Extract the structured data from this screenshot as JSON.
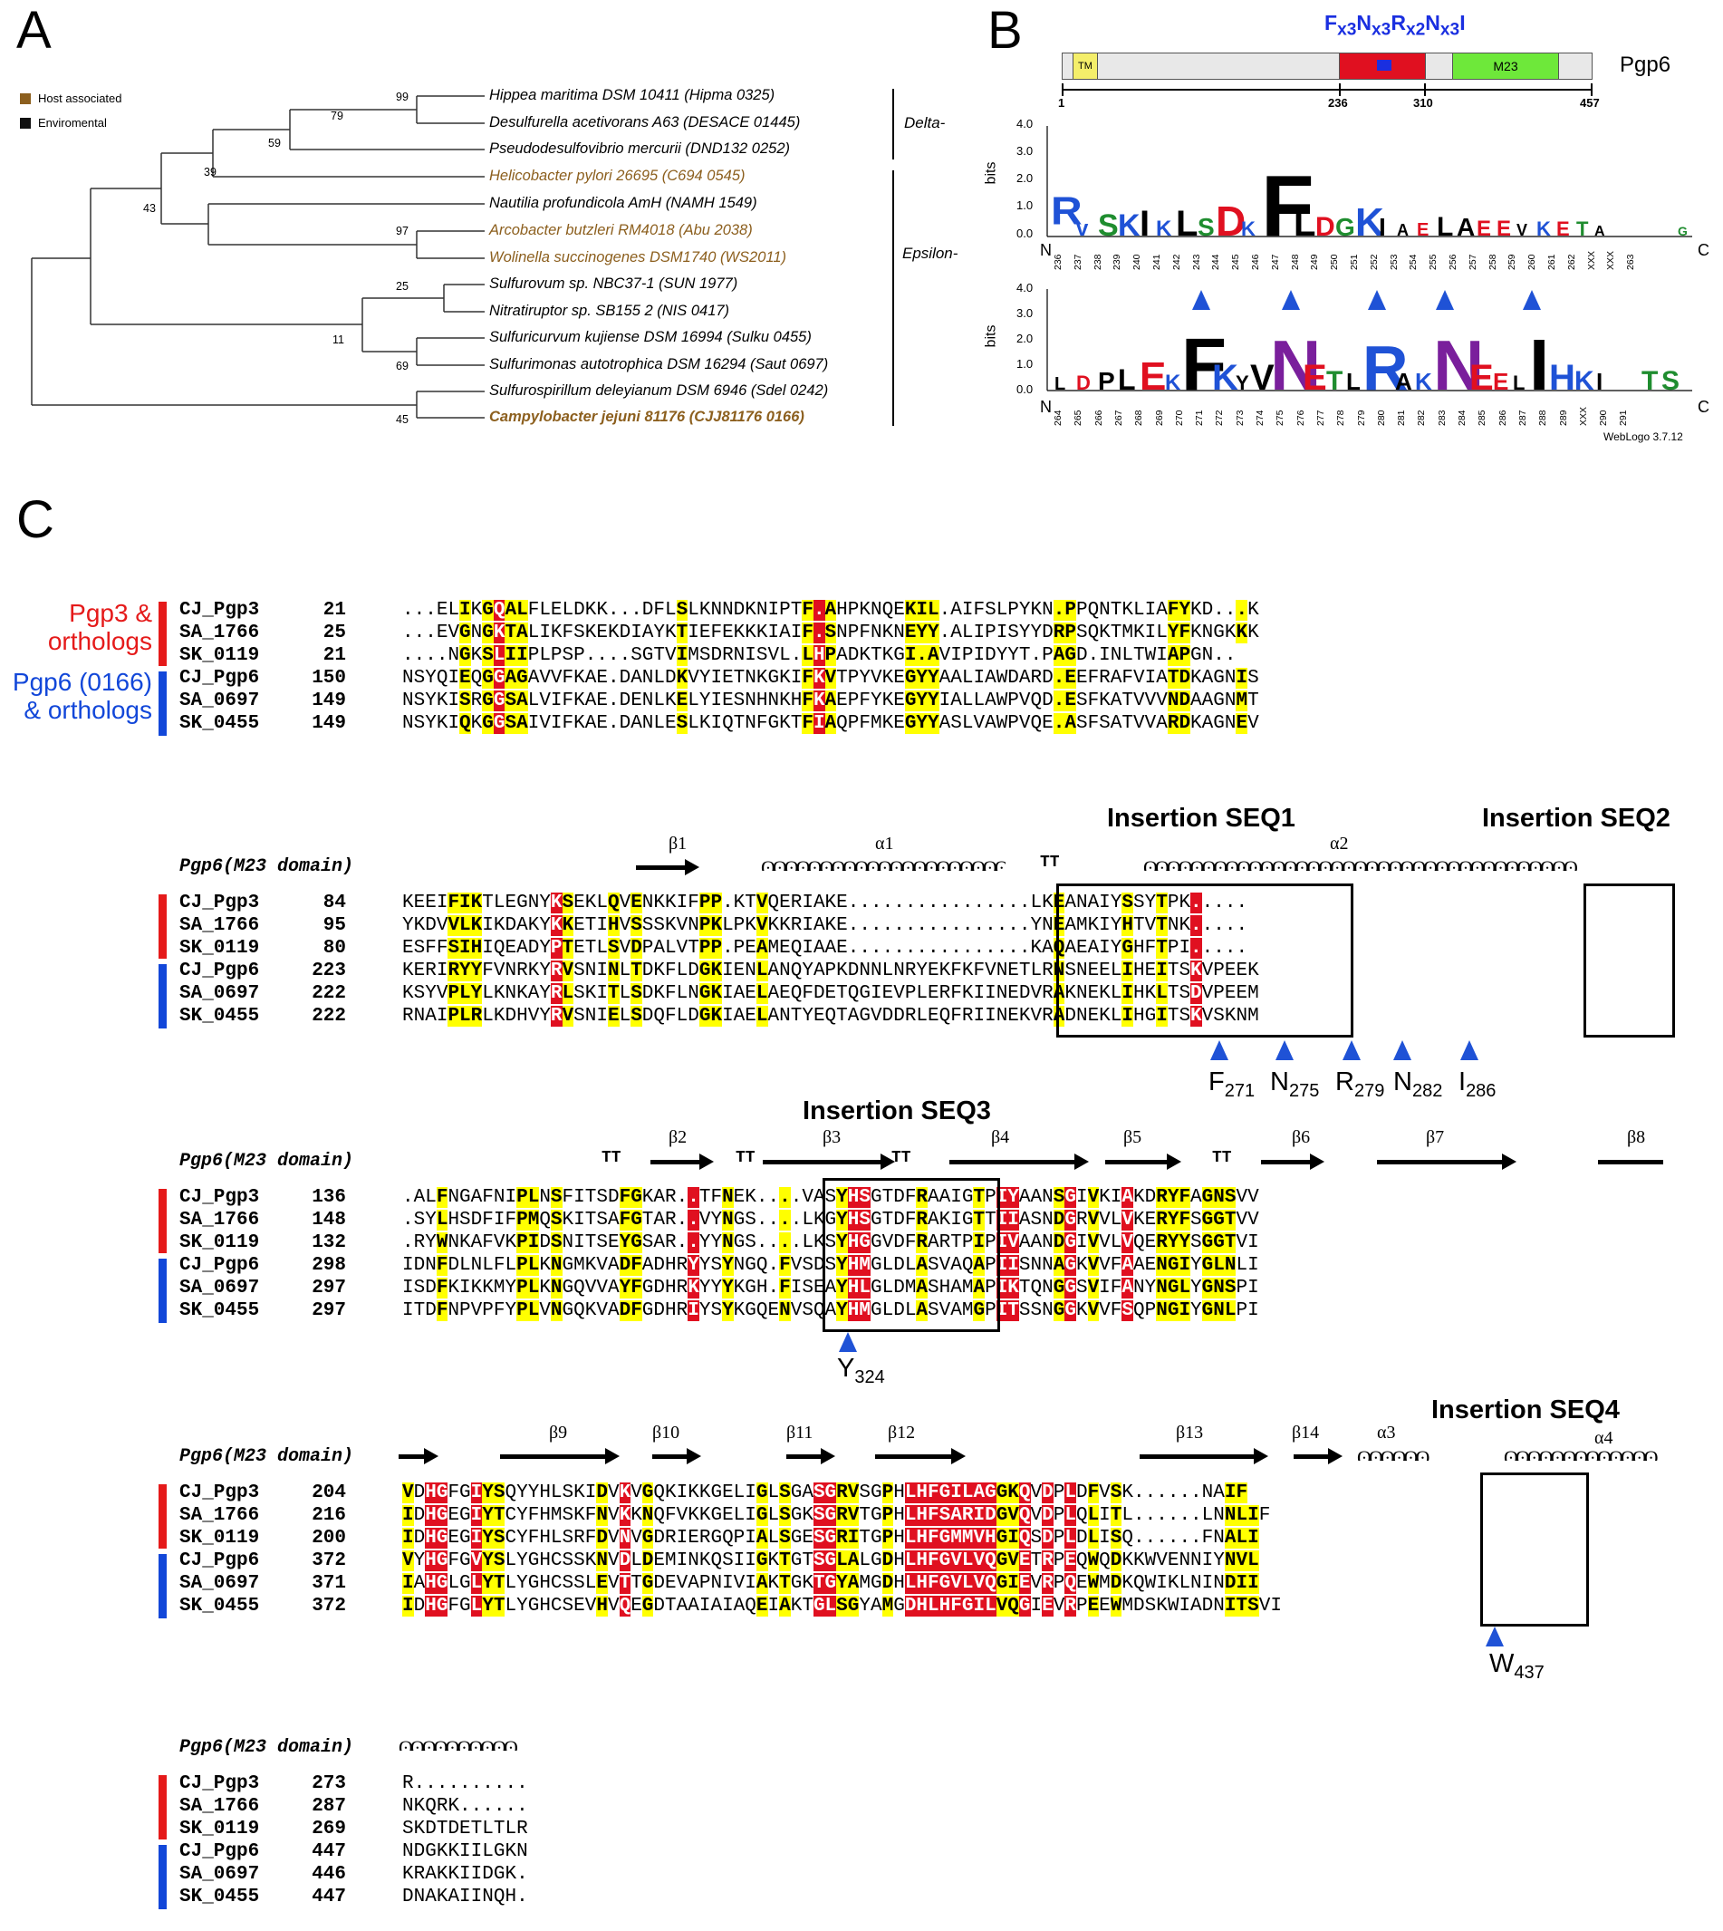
{
  "panels": {
    "A": "A",
    "B": "B",
    "C": "C"
  },
  "panelA": {
    "legend": [
      {
        "label": "Host associated",
        "color": "#8c5f1e"
      },
      {
        "label": "Enviromental",
        "color": "#111111"
      }
    ],
    "leaves": [
      {
        "label": "Hippea maritima DSM 10411 (Hipma 0325)",
        "host": false
      },
      {
        "label": "Desulfurella acetivorans A63 (DESACE 01445)",
        "host": false
      },
      {
        "label": "Pseudodesulfovibrio mercurii (DND132 0252)",
        "host": false
      },
      {
        "label": "Helicobacter pylori 26695 (C694 0545)",
        "host": true
      },
      {
        "label": "Nautilia profundicola AmH (NAMH 1549)",
        "host": false
      },
      {
        "label": "Arcobacter butzleri RM4018 (Abu 2038)",
        "host": true
      },
      {
        "label": "Wolinella succinogenes DSM1740 (WS2011)",
        "host": true
      },
      {
        "label": "Sulfurovum sp. NBC37-1 (SUN 1977)",
        "host": false
      },
      {
        "label": "Nitratiruptor sp. SB155 2 (NIS 0417)",
        "host": false
      },
      {
        "label": "Sulfuricurvum kujiense DSM 16994 (Sulku 0455)",
        "host": false
      },
      {
        "label": "Sulfurimonas autotrophica DSM 16294 (Saut 0697)",
        "host": false
      },
      {
        "label": "Sulfurospirillum deleyianum DSM 6946 (Sdel 0242)",
        "host": false
      },
      {
        "label": "Campylobacter jejuni 81176 (CJJ81176 0166)",
        "host": true
      }
    ],
    "bootstraps": [
      "99",
      "79",
      "59",
      "39",
      "43",
      "97",
      "25",
      "11",
      "69",
      "45"
    ],
    "clades": [
      "Delta-",
      "Epsilon-"
    ]
  },
  "panelB": {
    "motif": "Fx3Nx3Rx2Nx3I",
    "protein": "Pgp6",
    "domains": [
      "TM",
      "M23"
    ],
    "ticks": [
      "1",
      "236",
      "310",
      "457"
    ],
    "yaxis": "bits",
    "yticks": [
      "4.0",
      "3.0",
      "2.0",
      "1.0",
      "0.0"
    ],
    "n": "N",
    "c": "C",
    "logo1_positions": [
      "236",
      "237",
      "238",
      "239",
      "240",
      "241",
      "242",
      "243",
      "244",
      "245",
      "246",
      "247",
      "248",
      "249",
      "250",
      "251",
      "252",
      "253",
      "254",
      "255",
      "256",
      "257",
      "258",
      "259",
      "260",
      "261",
      "262",
      "XXX",
      "XXX",
      "263"
    ],
    "logo2_positions": [
      "264",
      "265",
      "266",
      "267",
      "268",
      "269",
      "270",
      "271",
      "272",
      "273",
      "274",
      "275",
      "276",
      "277",
      "278",
      "279",
      "280",
      "281",
      "282",
      "283",
      "284",
      "285",
      "286",
      "287",
      "288",
      "289",
      "XXX",
      "290",
      "291"
    ],
    "credit": "WebLogo 3.7.12"
  },
  "panelC": {
    "group1": "Pgp3 &\northologs",
    "group2": "Pgp6 (0166)\n& orthologs",
    "section_title": "Pgp6(M23 domain)",
    "insertions": [
      "Insertion SEQ1",
      "Insertion SEQ2",
      "Insertion SEQ3",
      "Insertion SEQ4"
    ],
    "sites": [
      "F271",
      "N275",
      "R279",
      "N282",
      "I286",
      "Y324",
      "W437"
    ],
    "blocks": [
      {
        "rows": [
          {
            "name": "CJ_Pgp3",
            "num": "21",
            "seq": "...ELIKGQALFLELDKK...DFLSLKNNDKNIPTF.AHPKNQEKIL.AIFSLPYKN.PPQNTKLIAFYKD...K"
          },
          {
            "name": "SA_1766",
            "num": "25",
            "seq": "...EVGNGKTALIKFSKEKDIAYKTIEFEKKKIAIF.SNPFNKNEYY.ALIPISYYDRPSQKTMKILYFKNGKKK"
          },
          {
            "name": "SK_0119",
            "num": "21",
            "seq": "....NGKSLIIPLPSP....SGTVIMSDRNISVL.LHPADKTKGI.AVIPIDYYT.PAGD.INLTWIAPGN.."
          },
          {
            "name": "CJ_Pgp6",
            "num": "150",
            "seq": "NSYQIEQGGAGAVVFKAE.DANLDKVYIETNKGKIFKVTPYVKEGYYAALIAWDARD.EEFRAFVIATDKAGNIS"
          },
          {
            "name": "SA_0697",
            "num": "149",
            "seq": "NSYKISRGGSALVIFKAE.DENLKELYIESNHNKHFKAEPFYKEGYYIALLAWPVQD.ESFKATVVVNDAAGNMT"
          },
          {
            "name": "SK_0455",
            "num": "149",
            "seq": "NSYKIQKGGSAIVIFKAE.DANLESLKIQTNFGKTFIAQPFMKEGYYASLVAWPVQE.ASFSATVVARDKAGNEV"
          }
        ]
      },
      {
        "rows": [
          {
            "name": "CJ_Pgp3",
            "num": "84",
            "seq": "KEEIFIKTLEGNYKSEKLQVENKKIFPP.KTVQERIAKE................LKEANAIYSSYTPK....."
          },
          {
            "name": "SA_1766",
            "num": "95",
            "seq": "YKDVVLKIKDAKYKKETIHVSSSKVNPKLPKVKKRIAKE................YNEAMKIYHTVTNK....."
          },
          {
            "name": "SK_0119",
            "num": "80",
            "seq": "ESFFSIHIQEADYPTETLSVDPALVTPP.PEAMEQIAAE................KAQAEAIYGHFTPI....."
          },
          {
            "name": "CJ_Pgp6",
            "num": "223",
            "seq": "KERIRYYFVNRKYRVSNINLTDKFLDGKIENLANQYAPKDNNLNRYEKFKFVNETLRNSNEELIHEITSKVPEEK"
          },
          {
            "name": "SA_0697",
            "num": "222",
            "seq": "KSYVPLYLKNKAYRLSKITLSDKFLNGKIAELAEQFDETQGIEVPLERFKIINEDVRAKNEKLIHKLTSDVPEEM"
          },
          {
            "name": "SK_0455",
            "num": "222",
            "seq": "RNAIPLRLKDHVYRVSNIELSDQFLDGKIAELANTYEQTAGVDDRLEQFRIINEKVRADNEKLIHGITSKVSKNM"
          }
        ]
      },
      {
        "rows": [
          {
            "name": "CJ_Pgp3",
            "num": "136",
            "seq": ".ALFNGAFNIPLNSFITSDFGKAR..TFNEK....VASYHSGTDFRAAIGTPIYAANSGIVKIAKDRYFAGNSVV"
          },
          {
            "name": "SA_1766",
            "num": "148",
            "seq": ".SYLHSDFIFPMQSKITSAFGTAR..VYNGS....LKGYHSGTDFRAKIGTTIIASNDGRVVLVKERYFSGGTVV"
          },
          {
            "name": "SK_0119",
            "num": "132",
            "seq": ".RYWNKAFVKPIDSNITSEYGSAR..YYNGS....LKSYHGGVDFRARTPIPIVAANDGIVVLVQERYYSGGTVI"
          },
          {
            "name": "CJ_Pgp6",
            "num": "298",
            "seq": "IDNFDLNLFLPLKNGMKVADFADHRYYSYNGQ.FVSDSYHMGLDLASVAQAPIISNNAGKVVFAAENGIYGLNLI"
          },
          {
            "name": "SA_0697",
            "num": "297",
            "seq": "ISDFKIKKMYPLKNGQVVAYFGDHRKYYYKGH.FISEAYHLGLDMASHAMAPIKTQNGGSVIFANYNGLYGNSPI"
          },
          {
            "name": "SK_0455",
            "num": "297",
            "seq": "ITDFNPVPFYPLVNGQKVADFGDHRIYSYKGQENVSQAYHMGLDLASVAMGPITSSNGGKVVFSQPNGIYGNLPI"
          }
        ]
      },
      {
        "rows": [
          {
            "name": "CJ_Pgp3",
            "num": "204",
            "seq": "VDHGFGIYSQYYHLSKIDVKVGQKIKKGELIGLSGASGRVSGPHLHFGILAGGKQVDPLDFVSK......NAIF"
          },
          {
            "name": "SA_1766",
            "num": "216",
            "seq": "IDHGEGIYTCYFHMSKFNVKKNQFVKKGELIGLSGKSGRVTGPHLHFSARIDGVQVDPLQLITL......LNNLIF"
          },
          {
            "name": "SK_0119",
            "num": "200",
            "seq": "IDHGEGIYSCYFHLSRFDVNVGDRIERGQPIALSGESGRITGPHLHFGMMVHGIQSDPLDLISQ......FNALI"
          },
          {
            "name": "CJ_Pgp6",
            "num": "372",
            "seq": "VYHGFGVYSLYGHCSSKNVDLDEMINKQSIIGKTGTSGLALGDHLHFGVLVQGVETRPEQWQDKKWVENNIYNVL"
          },
          {
            "name": "SA_0697",
            "num": "371",
            "seq": "IAHGLGLYTLYGHCSSLEVTTGDEVAPNIVIAKTGKTGYAMGDHLHFGVLVQGIEVRPQEWMDKQWIKLNINDII"
          },
          {
            "name": "SK_0455",
            "num": "372",
            "seq": "IDHGFGLYTLYGHCSEVHVQEGDTAAIAIAQEIAKTGLSGYAMGDHLHFGILVQGIEVRPEEWMDSKWIADNITSVI"
          }
        ]
      },
      {
        "rows": [
          {
            "name": "CJ_Pgp3",
            "num": "273",
            "seq": "R.........."
          },
          {
            "name": "SA_1766",
            "num": "287",
            "seq": "NKQRK......"
          },
          {
            "name": "SK_0119",
            "num": "269",
            "seq": "SKDTDETLTLR"
          },
          {
            "name": "CJ_Pgp6",
            "num": "447",
            "seq": "NDGKKIILGKN"
          },
          {
            "name": "SA_0697",
            "num": "446",
            "seq": "KRAKKIIDGK."
          },
          {
            "name": "SK_0455",
            "num": "447",
            "seq": "DNAKAIINQH."
          }
        ]
      }
    ],
    "ss_labels": [
      "β1",
      "α1",
      "TT",
      "α2",
      "β2",
      "TT",
      "β3",
      "TT",
      "β4",
      "β5",
      "TT",
      "β6",
      "β7",
      "β8",
      "β9",
      "β10",
      "β11",
      "β12",
      "β13",
      "β14",
      "α3",
      "α4"
    ],
    "colors": {
      "yellow": "#ffff00",
      "red": "#e01020",
      "pgp3": "#e51a1a",
      "pgp6": "#1247d9"
    }
  }
}
